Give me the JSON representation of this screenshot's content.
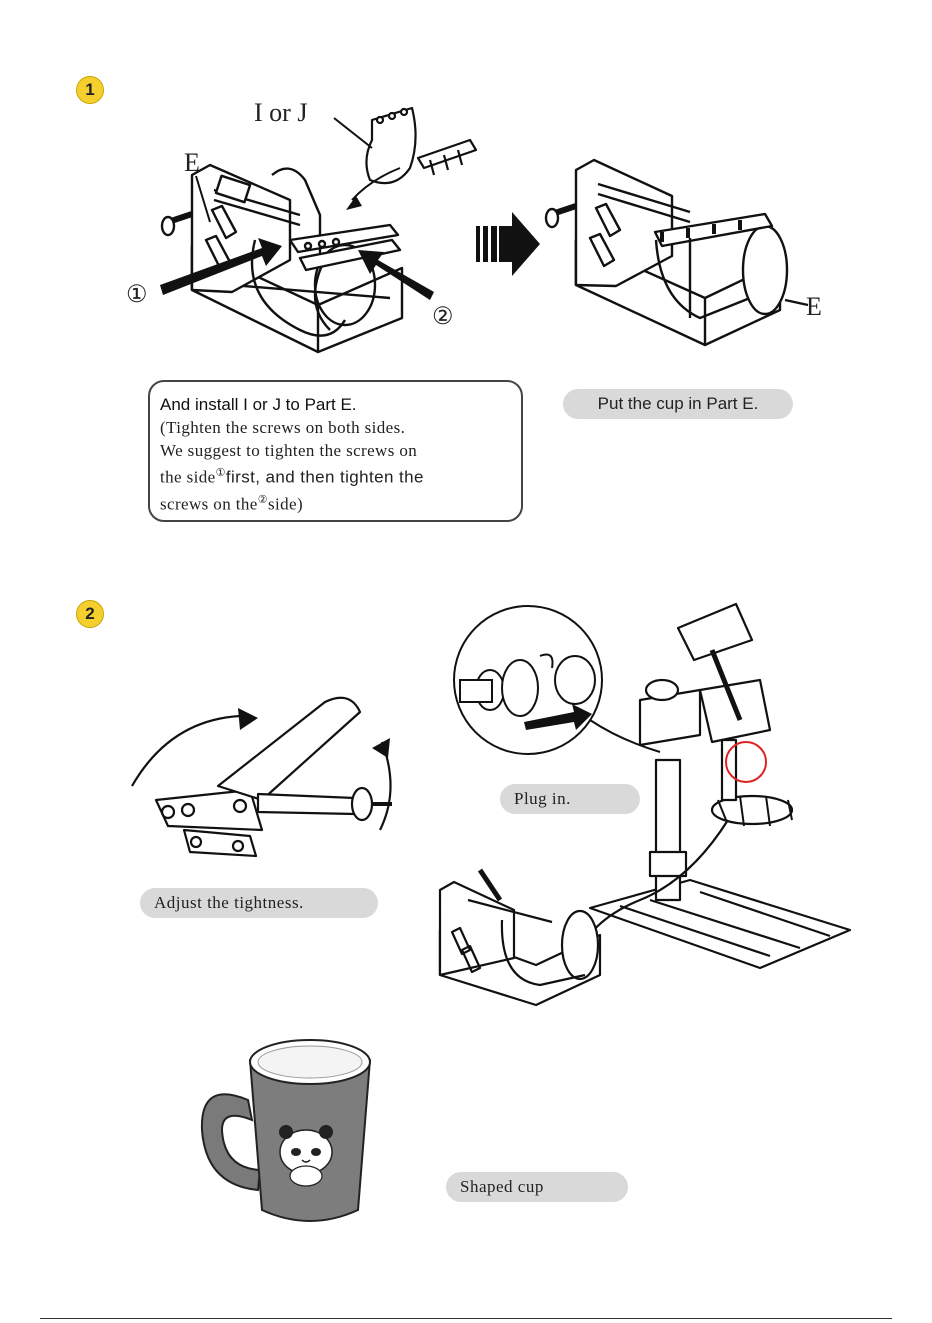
{
  "step1": {
    "badge": "1",
    "label_ij": "I or J",
    "label_e_left": "E",
    "label_e_right": "E",
    "arrow_1": "①",
    "arrow_2": "②",
    "note": {
      "line1": "And install I or J to Part E.",
      "line2": "(Tighten the screws on both sides.",
      "line3a": "We suggest to tighten the screws on",
      "line4a": "the side",
      "line4b": "①",
      "line4c": "first, and then tighten the",
      "line5a": "screws on the",
      "line5b": "②",
      "line5c": "side)"
    },
    "pill_right": "Put the cup in Part E."
  },
  "step2": {
    "badge": "2",
    "pill_adjust": "Adjust the tightness.",
    "pill_plug": "Plug in.",
    "pill_shaped": "Shaped cup"
  }
}
